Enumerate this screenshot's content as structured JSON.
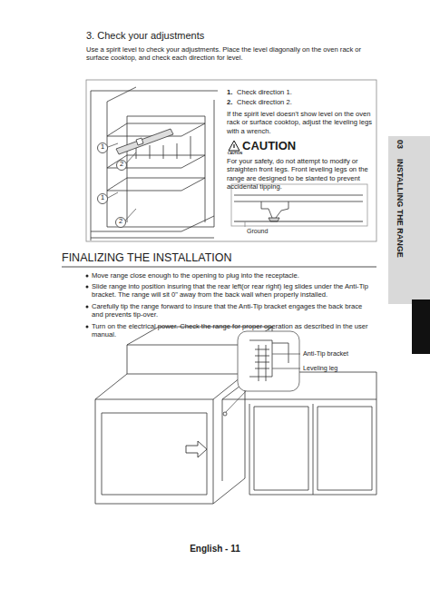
{
  "diagram": {
    "labels": [
      "3. Check your adjustments",
      "Use a spirit level to check your adjustments. Place the level diagonally on the oven rack or surface cooktop, and check each direction for level.",
      "1.",
      "Check direction 1.",
      "2.",
      "Check direction 2.",
      "If the spirit level doesn't show level on the oven rack or surface cooktop, adjust the leveling legs with a wrench.",
      "CAUTION",
      "CAUTION",
      "For your safety, do not attempt to modify or straighten front legs. Front leveling legs on the range are designed to be slanted to prevent accidental tipping.",
      "1",
      "2",
      "1",
      "2",
      "Ground",
      "03",
      "INSTALLING THE RANGE",
      "FINALIZING THE INSTALLATION",
      "Move range close enough to the opening to plug into the receptacle.",
      "Slide range into position insuring that the rear left(or rear right) leg slides under the Anti-Tip bracket. The range will sit 0\" away from the back wall when properly installed.",
      "Carefully tip the range forward to insure that the Anti-Tip bracket engages the back brace and prevents tip-over.",
      "Turn on the electrical power. Check the range for proper operation as described in the user manual.",
      "Anti-Tip bracket",
      "Leveling leg",
      "English - 11"
    ]
  }
}
